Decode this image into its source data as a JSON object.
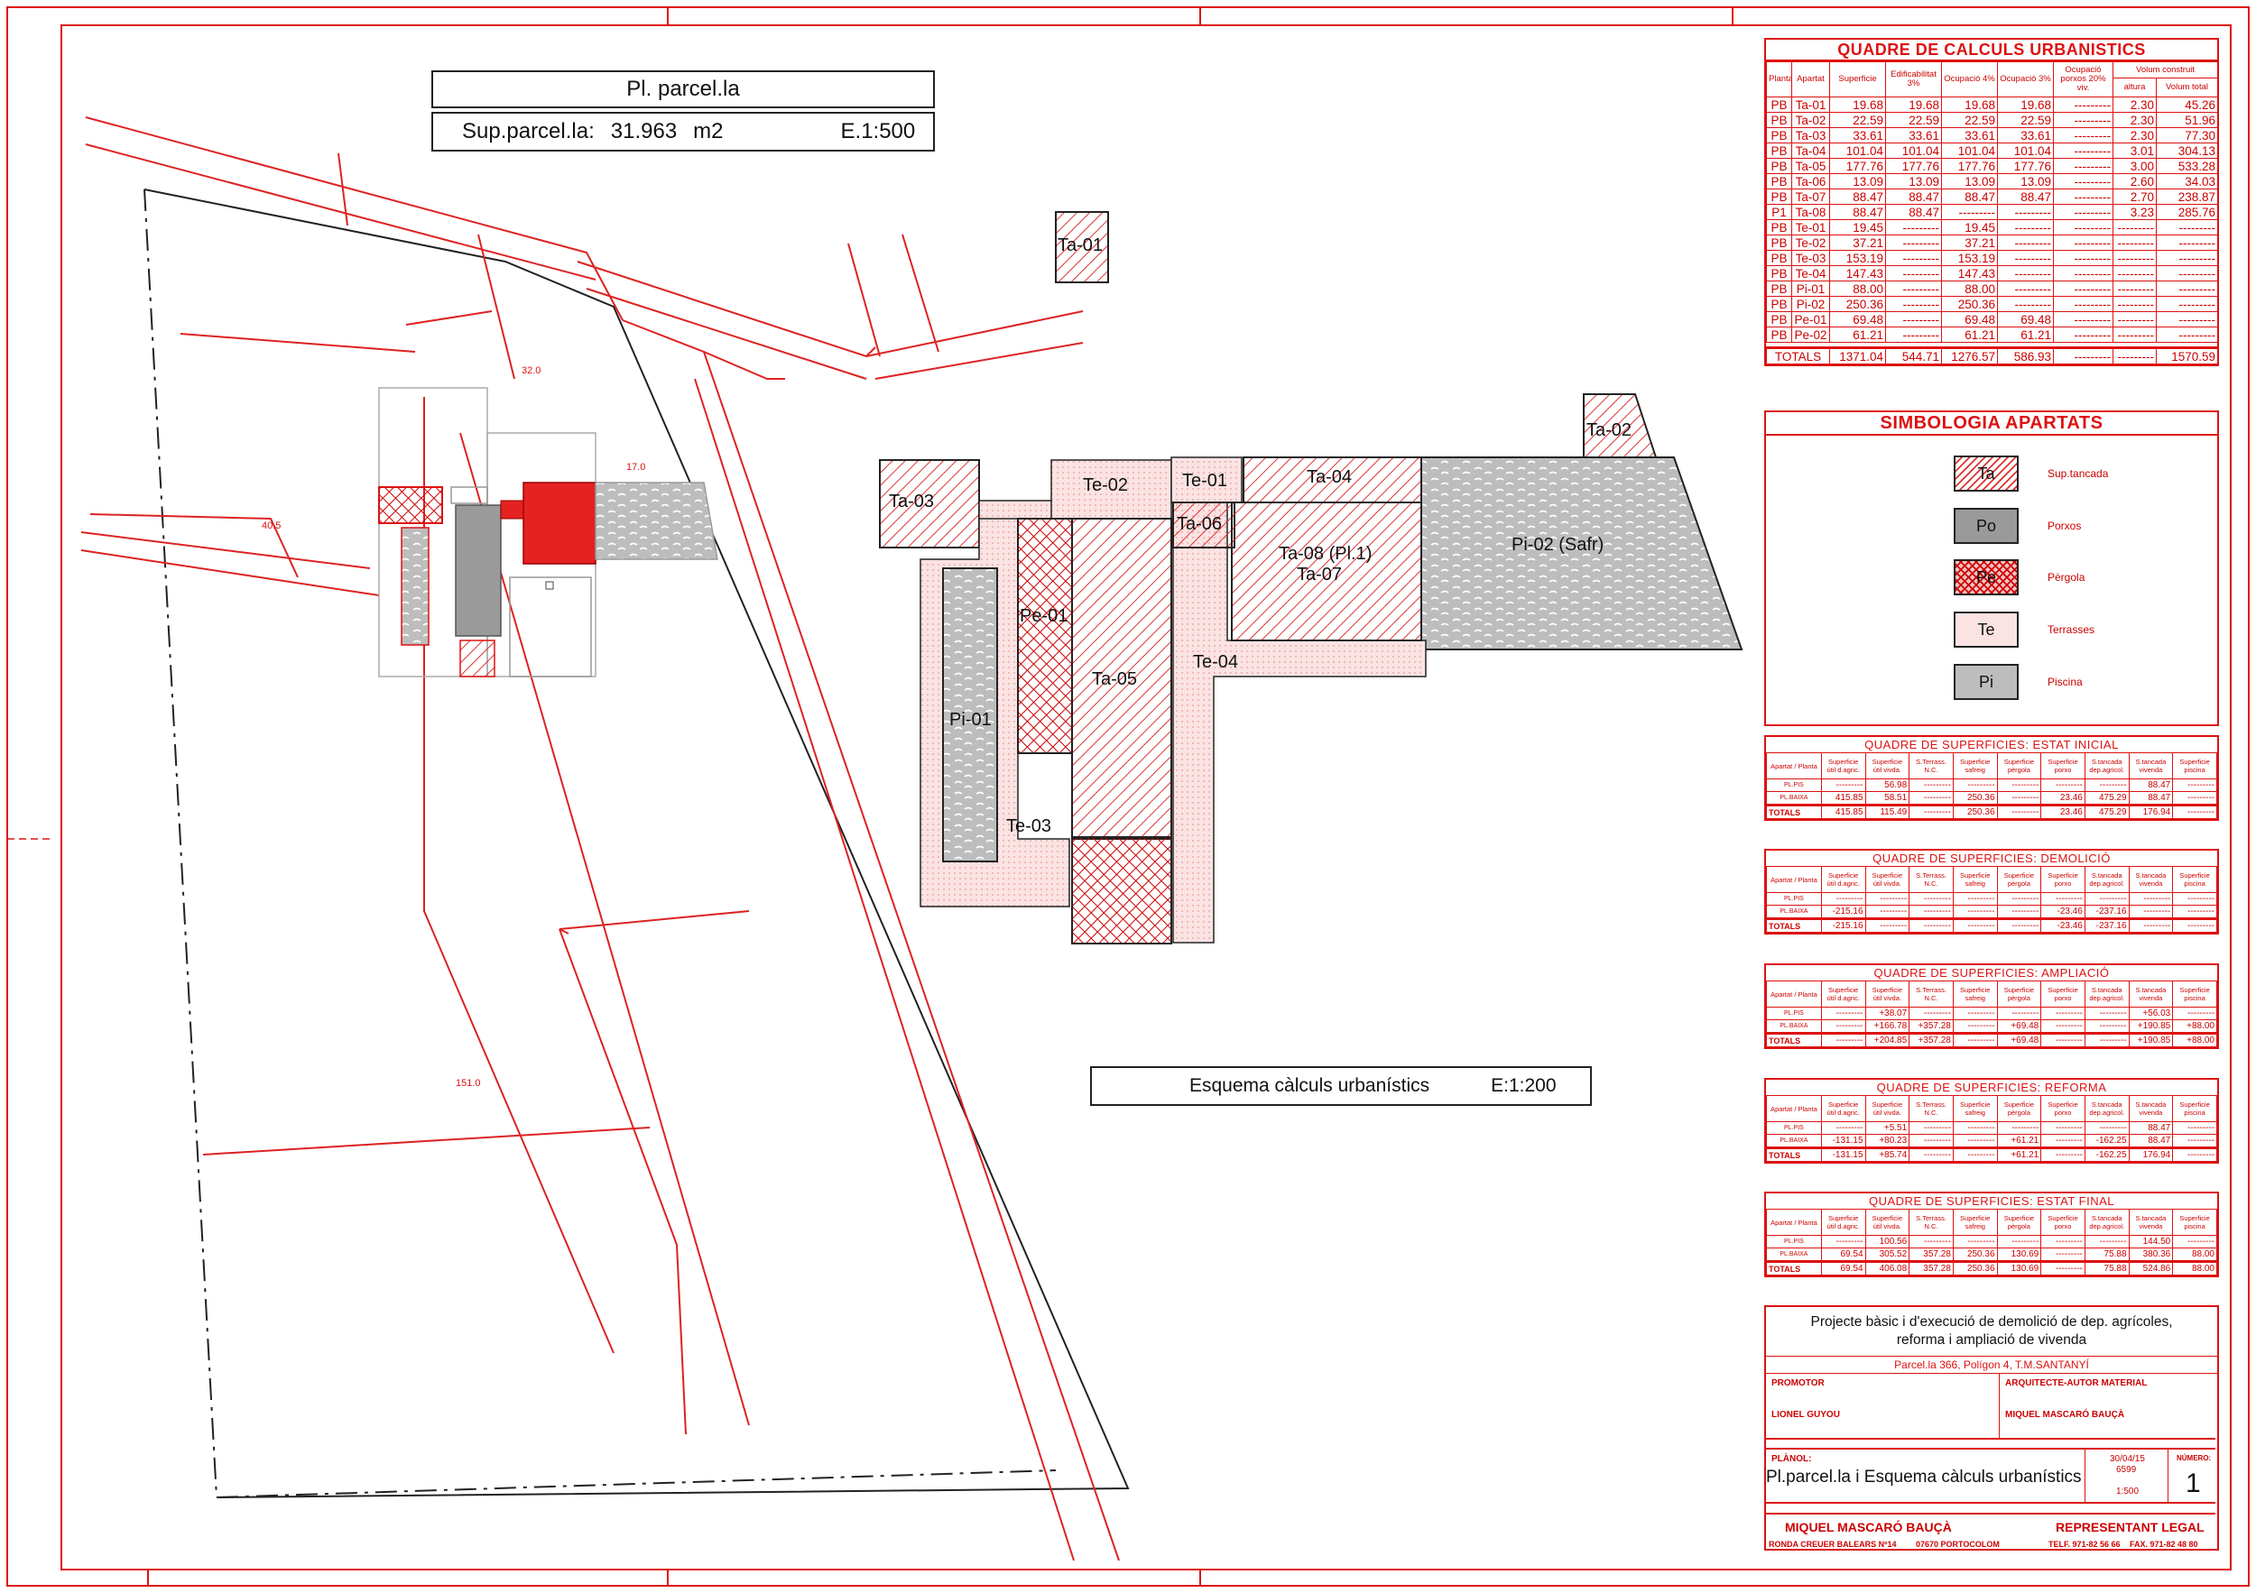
{
  "plot": {
    "title": "Pl. parcel.la",
    "area_label": "Sup.parcel.la:",
    "area_value": "31.963",
    "area_unit": "m2",
    "scale": "E.1:500",
    "dims": {
      "d1": "32.0",
      "d2": "17.0",
      "d3": "40.5",
      "d4": "151.0"
    }
  },
  "scheme": {
    "title": "Esquema càlculs urbanístics",
    "scale": "E:1:200",
    "labels": {
      "ta01": "Ta-01",
      "ta02": "Ta-02",
      "ta03": "Ta-03",
      "ta04": "Ta-04",
      "ta05": "Ta-05",
      "ta06": "Ta-06",
      "ta07": "Ta-07",
      "ta08": "Ta-08 (Pl.1)",
      "te01": "Te-01",
      "te02": "Te-02",
      "te03": "Te-03",
      "te04": "Te-04",
      "pe01": "Pe-01",
      "pi01": "Pi-01",
      "pi02": "Pi-02 (Safr)"
    }
  },
  "calc": {
    "title": "QUADRE DE CALCULS URBANISTICS",
    "headers": [
      "Planta",
      "Apartat",
      "Superficie",
      "Edificabilitat 3%",
      "Ocupació 4%",
      "Ocupació 3%",
      "Ocupació porxos 20% viv.",
      "altura",
      "Volum total"
    ],
    "volum_header": "Volum construit",
    "rows": [
      [
        "PB",
        "Ta-01",
        "19.68",
        "19.68",
        "19.68",
        "19.68",
        "---------",
        "2.30",
        "45.26"
      ],
      [
        "PB",
        "Ta-02",
        "22.59",
        "22.59",
        "22.59",
        "22.59",
        "---------",
        "2.30",
        "51.96"
      ],
      [
        "PB",
        "Ta-03",
        "33.61",
        "33.61",
        "33.61",
        "33.61",
        "---------",
        "2.30",
        "77.30"
      ],
      [
        "PB",
        "Ta-04",
        "101.04",
        "101.04",
        "101.04",
        "101.04",
        "---------",
        "3.01",
        "304.13"
      ],
      [
        "PB",
        "Ta-05",
        "177.76",
        "177.76",
        "177.76",
        "177.76",
        "---------",
        "3.00",
        "533.28"
      ],
      [
        "PB",
        "Ta-06",
        "13.09",
        "13.09",
        "13.09",
        "13.09",
        "---------",
        "2.60",
        "34.03"
      ],
      [
        "PB",
        "Ta-07",
        "88.47",
        "88.47",
        "88.47",
        "88.47",
        "---------",
        "2.70",
        "238.87"
      ],
      [
        "P1",
        "Ta-08",
        "88.47",
        "88.47",
        "---------",
        "---------",
        "---------",
        "3.23",
        "285.76"
      ],
      [
        "PB",
        "Te-01",
        "19.45",
        "---------",
        "19.45",
        "---------",
        "---------",
        "---------",
        "---------"
      ],
      [
        "PB",
        "Te-02",
        "37.21",
        "---------",
        "37.21",
        "---------",
        "---------",
        "---------",
        "---------"
      ],
      [
        "PB",
        "Te-03",
        "153.19",
        "---------",
        "153.19",
        "---------",
        "---------",
        "---------",
        "---------"
      ],
      [
        "PB",
        "Te-04",
        "147.43",
        "---------",
        "147.43",
        "---------",
        "---------",
        "---------",
        "---------"
      ],
      [
        "PB",
        "Pi-01",
        "88.00",
        "---------",
        "88.00",
        "---------",
        "---------",
        "---------",
        "---------"
      ],
      [
        "PB",
        "Pi-02",
        "250.36",
        "---------",
        "250.36",
        "---------",
        "---------",
        "---------",
        "---------"
      ],
      [
        "PB",
        "Pe-01",
        "69.48",
        "---------",
        "69.48",
        "69.48",
        "---------",
        "---------",
        "---------"
      ],
      [
        "PB",
        "Pe-02",
        "61.21",
        "---------",
        "61.21",
        "61.21",
        "---------",
        "---------",
        "---------"
      ]
    ],
    "totals": [
      "TOTALS",
      "1371.04",
      "544.71",
      "1276.57",
      "586.93",
      "---------",
      "---------",
      "1570.59"
    ]
  },
  "legend": {
    "title": "SIMBOLOGIA APARTATS",
    "items": [
      {
        "code": "Ta",
        "label": "Sup.tancada"
      },
      {
        "code": "Po",
        "label": "Porxos"
      },
      {
        "code": "Pe",
        "label": "Pèrgola"
      },
      {
        "code": "Te",
        "label": "Terrasses"
      },
      {
        "code": "Pi",
        "label": "Piscina"
      }
    ]
  },
  "sub_headers": [
    "Apartat / Planta",
    "Superficie útil d.agric.",
    "Superficie útil vivda.",
    "S.Terrass. N.C.",
    "Superficie safreig",
    "Superficie pèrgola",
    "Superficie porxo",
    "S.tancada dep.agricol.",
    "S.tancada vivenda",
    "Superficie piscina"
  ],
  "sub_tables": [
    {
      "title": "QUADRE DE SUPERFICIES: ESTAT INICIAL",
      "rows": [
        [
          "PL.PIS",
          "---------",
          "56.98",
          "---------",
          "---------",
          "---------",
          "---------",
          "---------",
          "88.47",
          "---------"
        ],
        [
          "PL.BAIXA",
          "415.85",
          "58.51",
          "---------",
          "250.36",
          "---------",
          "23.46",
          "475.29",
          "88.47",
          "---------"
        ],
        [
          "TOTALS",
          "415.85",
          "115.49",
          "---------",
          "250.36",
          "---------",
          "23.46",
          "475.29",
          "176.94",
          "---------"
        ]
      ]
    },
    {
      "title": "QUADRE DE SUPERFICIES: DEMOLICIÓ",
      "rows": [
        [
          "PL.PIS",
          "---------",
          "---------",
          "---------",
          "---------",
          "---------",
          "---------",
          "---------",
          "---------",
          "---------"
        ],
        [
          "PL.BAIXA",
          "-215.16",
          "---------",
          "---------",
          "---------",
          "---------",
          "-23.46",
          "-237.16",
          "---------",
          "---------"
        ],
        [
          "TOTALS",
          "-215.16",
          "---------",
          "---------",
          "---------",
          "---------",
          "-23.46",
          "-237.16",
          "---------",
          "---------"
        ]
      ]
    },
    {
      "title": "QUADRE DE SUPERFICIES: AMPLIACIÓ",
      "rows": [
        [
          "PL.PIS",
          "---------",
          "+38.07",
          "---------",
          "---------",
          "---------",
          "---------",
          "---------",
          "+56.03",
          "---------"
        ],
        [
          "PL.BAIXA",
          "---------",
          "+166.78",
          "+357.28",
          "---------",
          "+69.48",
          "---------",
          "---------",
          "+190.85",
          "+88.00"
        ],
        [
          "TOTALS",
          "---------",
          "+204.85",
          "+357.28",
          "---------",
          "+69.48",
          "---------",
          "---------",
          "+190.85",
          "+88.00"
        ]
      ]
    },
    {
      "title": "QUADRE DE SUPERFICIES: REFORMA",
      "rows": [
        [
          "PL.PIS",
          "---------",
          "+5.51",
          "---------",
          "---------",
          "---------",
          "---------",
          "---------",
          "88.47",
          "---------"
        ],
        [
          "PL.BAIXA",
          "-131.15",
          "+80.23",
          "---------",
          "---------",
          "+61.21",
          "---------",
          "-162.25",
          "88.47",
          "---------"
        ],
        [
          "TOTALS",
          "-131.15",
          "+85.74",
          "---------",
          "---------",
          "+61.21",
          "---------",
          "-162.25",
          "176.94",
          "---------"
        ]
      ]
    },
    {
      "title": "QUADRE DE SUPERFICIES: ESTAT FINAL",
      "rows": [
        [
          "PL.PIS",
          "---------",
          "100.56",
          "---------",
          "---------",
          "---------",
          "---------",
          "---------",
          "144.50",
          "---------"
        ],
        [
          "PL.BAIXA",
          "69.54",
          "305.52",
          "357.28",
          "250.36",
          "130.69",
          "---------",
          "75.88",
          "380.36",
          "88.00"
        ],
        [
          "TOTALS",
          "69.54",
          "406.08",
          "357.28",
          "250.36",
          "130.69",
          "---------",
          "75.88",
          "524.86",
          "88.00"
        ]
      ]
    }
  ],
  "titleblock": {
    "project_line1": "Projecte bàsic i d'execució de demolició de dep. agrícoles,",
    "project_line2": "reforma i ampliació de vivenda",
    "location": "Parcel.la 366, Polígon 4, T.M.SANTANYÍ",
    "promotor_label": "PROMOTOR",
    "promotor": "LIONEL GUYOU",
    "arq_label": "ARQUITECTE-AUTOR MATERIAL",
    "arq": "MIQUEL MASCARÓ BAUÇÀ",
    "plano_label": "PLÀNOL:",
    "plano": "Pl.parcel.la i Esquema càlculs urbanístics",
    "date": "30/04/15",
    "code": "6599",
    "scale": "1:500",
    "numero_label": "NÚMERO:",
    "numero": "1",
    "firm": "MIQUEL MASCARÓ BAUÇÀ",
    "address": "RONDA CREUER BALEARS Nº14",
    "city": "07670 PORTOCOLOM",
    "rep": "REPRESENTANT LEGAL",
    "tel": "TELF. 971-82 56 66",
    "fax": "FAX. 971-82 48 80"
  }
}
